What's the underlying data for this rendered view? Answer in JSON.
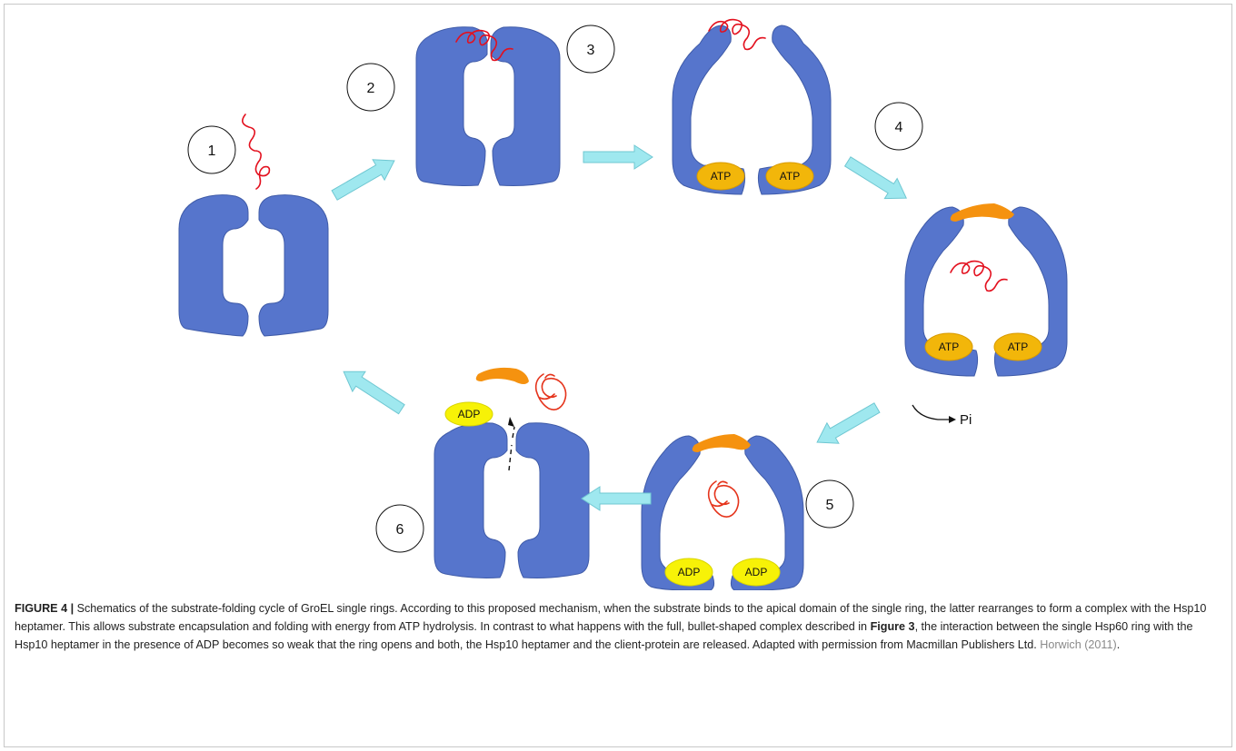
{
  "steps": {
    "s1": "1",
    "s2": "2",
    "s3": "3",
    "s4": "4",
    "s5": "5",
    "s6": "6"
  },
  "pills": {
    "atp": "ATP",
    "adp": "ADP"
  },
  "pi_label": "Pi",
  "colors": {
    "ring": "#5675cc",
    "lid": "#f5920f",
    "atp": "#f2b60a",
    "adp": "#f7f207",
    "substrate": "#e3101e",
    "flow_arrow": "#9fe8ef"
  },
  "caption": {
    "label": "FIGURE 4 |",
    "text1": " Schematics of the substrate-folding cycle of GroEL single rings. According to this proposed mechanism, when the substrate binds to the apical domain of the single ring, the latter rearranges to form a complex with the Hsp10 heptamer. This allows substrate encapsulation and folding with energy from ATP hydrolysis. In contrast to what happens with the full, bullet-shaped complex described in ",
    "figref": "Figure 3",
    "text2": ", the interaction between the single Hsp60 ring with the Hsp10 heptamer in the presence of ADP becomes so weak that the ring opens and both, the Hsp10 heptamer and the client-protein are released. Adapted with permission from Macmillan Publishers Ltd. ",
    "reference": "Horwich (2011)",
    "end": "."
  }
}
